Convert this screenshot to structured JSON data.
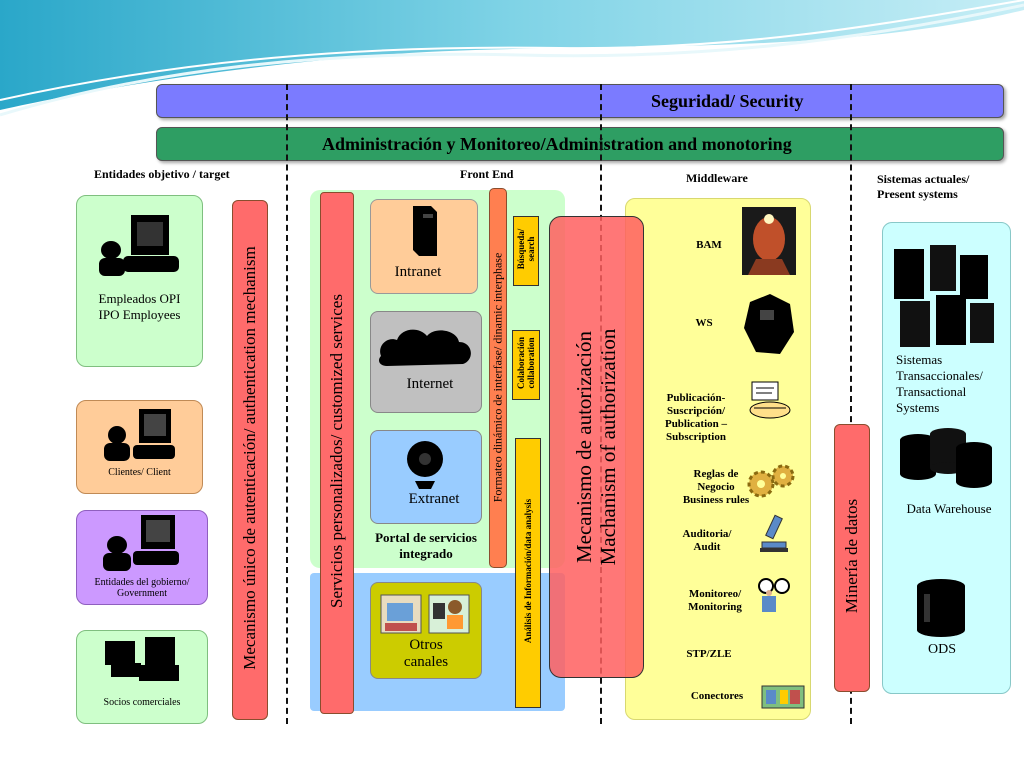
{
  "security_bar": {
    "label": "Seguridad/ Security",
    "color": "#7b7bff"
  },
  "admin_bar": {
    "label": "Administración y Monitoreo/Administration and monotoring",
    "color": "#2e9e63"
  },
  "columns": {
    "target": "Entidades objetivo / target",
    "front_end": "Front End",
    "middleware": "Middleware",
    "present": "Sistemas actuales/\nPresent systems"
  },
  "targets": [
    {
      "label": "Empleados OPI\nIPO Employees",
      "color": "#ccffcc"
    },
    {
      "label": "Clientes/ Client",
      "color": "#ffcc99"
    },
    {
      "label": "Entidades del gobierno/\nGovernment",
      "color": "#cc99ff"
    },
    {
      "label": "Socios comerciales",
      "color": "#ccffcc"
    }
  ],
  "auth_single": "Mecanismo único de autenticación/  authentication mechanism",
  "custom_services": "Servicios personalizados/ customized services",
  "channels": {
    "intranet": "Intranet",
    "internet": "Internet",
    "extranet": "Extranet",
    "portal": "Portal de servicios\nintegrado",
    "other": "Otros\ncanales"
  },
  "dynamic_interface": "Formateo dinámico de interfase/ dinamic interphase",
  "search": "Búsqueda/\nsearch",
  "collaboration": "Colaboración\ncollaboration",
  "data_analysis": "Análisis de Información/data analysis",
  "authorization": "Mecanismo de autorización\nMachanism of authorization",
  "middleware_items": [
    "BAM",
    "WS",
    "Publicación-\nSuscripción/\nPublication –\nSubscription",
    "Reglas de\nNegocio\nBusiness rules",
    "Auditoria/\nAudit",
    "Monitoreo/\nMonitoring",
    "STP/ZLE",
    "Conectores"
  ],
  "data_mining": "Minería de datos",
  "systems": {
    "transactional": "Sistemas\nTransaccionales/\nTransactional\nSystems",
    "warehouse": "Data Warehouse",
    "ods": "ODS"
  },
  "colors": {
    "red_bar": "#ff6b6b",
    "frontend_green": "#ccffcc",
    "frontend_blue": "#99ccff",
    "middleware_yellow": "#ffff99",
    "present_cyan": "#ccffff",
    "orange_box": "#ff7f50"
  }
}
